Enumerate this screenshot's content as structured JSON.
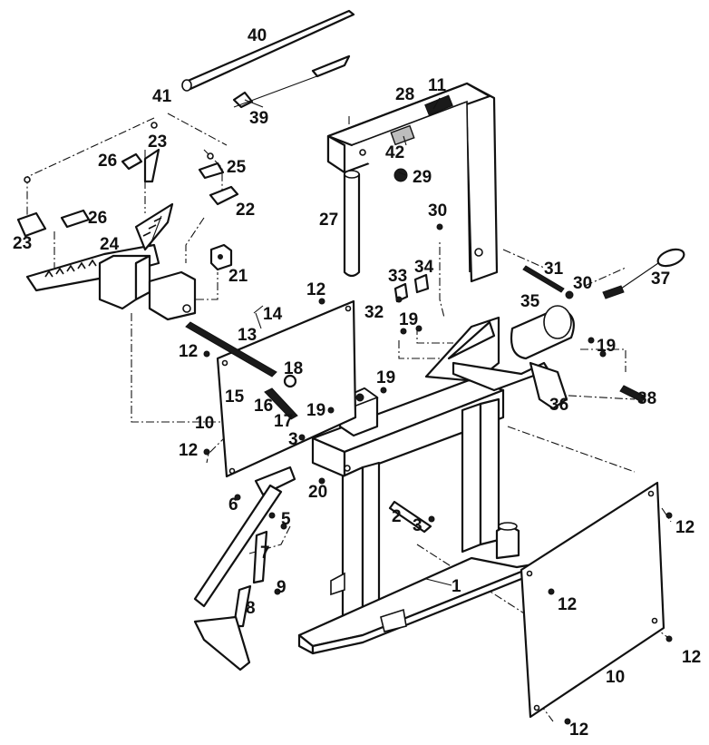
{
  "callouts": [
    {
      "id": "c40",
      "text": "40"
    },
    {
      "id": "c41",
      "text": "41"
    },
    {
      "id": "c39",
      "text": "39"
    },
    {
      "id": "c28",
      "text": "28"
    },
    {
      "id": "c11",
      "text": "11"
    },
    {
      "id": "c42",
      "text": "42"
    },
    {
      "id": "c29",
      "text": "29"
    },
    {
      "id": "c23a",
      "text": "23"
    },
    {
      "id": "c26a",
      "text": "26"
    },
    {
      "id": "c25",
      "text": "25"
    },
    {
      "id": "c22",
      "text": "22"
    },
    {
      "id": "c27",
      "text": "27"
    },
    {
      "id": "c30a",
      "text": "30"
    },
    {
      "id": "c26b",
      "text": "26"
    },
    {
      "id": "c23b",
      "text": "23"
    },
    {
      "id": "c24",
      "text": "24"
    },
    {
      "id": "c21",
      "text": "21"
    },
    {
      "id": "c31",
      "text": "31"
    },
    {
      "id": "c33",
      "text": "33"
    },
    {
      "id": "c34",
      "text": "34"
    },
    {
      "id": "c30b",
      "text": "30"
    },
    {
      "id": "c37",
      "text": "37"
    },
    {
      "id": "c12a",
      "text": "12"
    },
    {
      "id": "c32",
      "text": "32"
    },
    {
      "id": "c14",
      "text": "14"
    },
    {
      "id": "c35",
      "text": "35"
    },
    {
      "id": "c19a",
      "text": "19"
    },
    {
      "id": "c13",
      "text": "13"
    },
    {
      "id": "c12b",
      "text": "12"
    },
    {
      "id": "c19b",
      "text": "19"
    },
    {
      "id": "c18",
      "text": "18"
    },
    {
      "id": "c19c",
      "text": "19"
    },
    {
      "id": "c15",
      "text": "15"
    },
    {
      "id": "c16",
      "text": "16"
    },
    {
      "id": "c36",
      "text": "36"
    },
    {
      "id": "c38",
      "text": "38"
    },
    {
      "id": "c10a",
      "text": "10"
    },
    {
      "id": "c19d",
      "text": "19"
    },
    {
      "id": "c17",
      "text": "17"
    },
    {
      "id": "c3a",
      "text": "3"
    },
    {
      "id": "c12c",
      "text": "12"
    },
    {
      "id": "c20",
      "text": "20"
    },
    {
      "id": "c6",
      "text": "6"
    },
    {
      "id": "c5",
      "text": "5"
    },
    {
      "id": "c2",
      "text": "2"
    },
    {
      "id": "c3b",
      "text": "3"
    },
    {
      "id": "c12d",
      "text": "12"
    },
    {
      "id": "c7",
      "text": "7"
    },
    {
      "id": "c9",
      "text": "9"
    },
    {
      "id": "c1",
      "text": "1"
    },
    {
      "id": "c8",
      "text": "8"
    },
    {
      "id": "c12e",
      "text": "12"
    },
    {
      "id": "c10b",
      "text": "10"
    },
    {
      "id": "c12f",
      "text": "12"
    },
    {
      "id": "c12g",
      "text": "12"
    }
  ]
}
